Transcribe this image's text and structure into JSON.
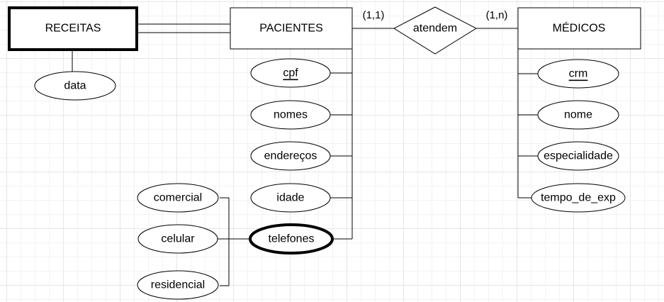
{
  "entities": {
    "receitas": "RECEITAS",
    "pacientes": "PACIENTES",
    "medicos": "MÉDICOS"
  },
  "relationship": {
    "label": "atendem",
    "card_left": "(1,1)",
    "card_right": "(1,n)"
  },
  "attributes": {
    "receitas": {
      "data": "data"
    },
    "pacientes": {
      "cpf": "cpf",
      "nomes": "nomes",
      "enderecos": "endereços",
      "idade": "idade",
      "telefones": "telefones"
    },
    "telefones": {
      "comercial": "comercial",
      "celular": "celular",
      "residencial": "residencial"
    },
    "medicos": {
      "crm": "crm",
      "nome": "nome",
      "especialidade": "especialidade",
      "tempo_de_exp": "tempo_de_exp"
    }
  }
}
